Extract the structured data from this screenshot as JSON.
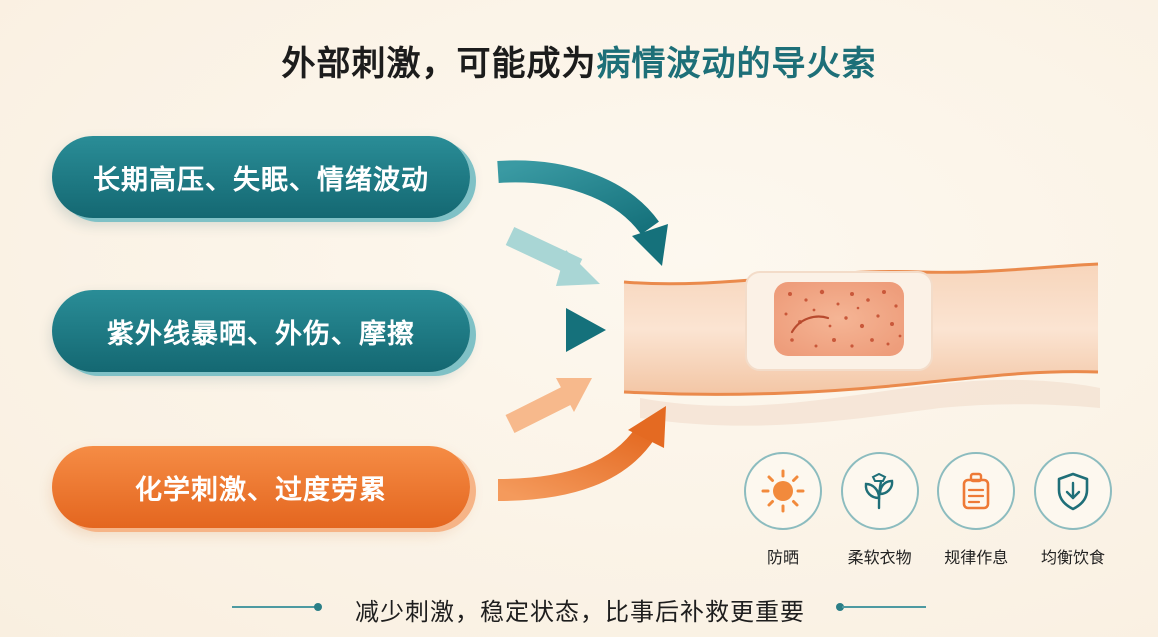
{
  "title": {
    "prefix": "外部刺激，可能成为",
    "accent": "病情波动的导火索",
    "accent_color": "#1d6f78"
  },
  "triggers": [
    {
      "label": "长期高压、失眠、情绪波动",
      "color": "#1d7a84"
    },
    {
      "label": "紫外线暴晒、外伤、摩擦",
      "color": "#1d7a84"
    },
    {
      "label": "化学刺激、过度劳累",
      "color": "#ec7430"
    }
  ],
  "illustration": {
    "name": "skin-band-with-patch",
    "arrow_colors": [
      "#1f7f88",
      "#a9d6d5",
      "#1f7f88",
      "#f7b98c",
      "#ec7430"
    ]
  },
  "tips": [
    {
      "label": "防晒",
      "icon": "sun-icon"
    },
    {
      "label": "柔软衣物",
      "icon": "soft-clothing-icon"
    },
    {
      "label": "规律作息",
      "icon": "schedule-icon"
    },
    {
      "label": "均衡饮食",
      "icon": "shield-diet-icon"
    }
  ],
  "footer": {
    "text": "减少刺激，稳定状态，比事后补救更重要"
  }
}
